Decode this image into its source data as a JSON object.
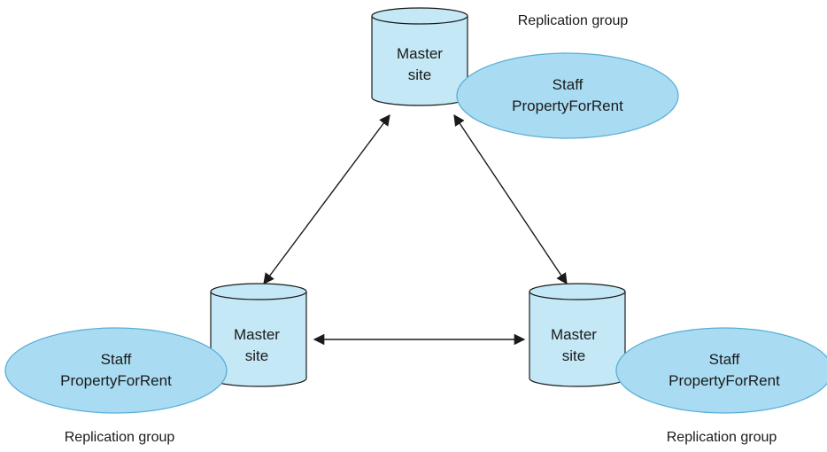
{
  "sites": [
    {
      "label_line1": "Master",
      "label_line2": "site",
      "group": {
        "line1": "Staff",
        "line2": "PropertyForRent",
        "caption": "Replication group"
      }
    },
    {
      "label_line1": "Master",
      "label_line2": "site",
      "group": {
        "line1": "Staff",
        "line2": "PropertyForRent",
        "caption": "Replication group"
      }
    },
    {
      "label_line1": "Master",
      "label_line2": "site",
      "group": {
        "line1": "Staff",
        "line2": "PropertyForRent",
        "caption": "Replication group"
      }
    }
  ],
  "connections": [
    {
      "from": 0,
      "to": 1,
      "bidirectional": true
    },
    {
      "from": 0,
      "to": 2,
      "bidirectional": true
    },
    {
      "from": 1,
      "to": 2,
      "bidirectional": true
    }
  ],
  "colors": {
    "cylinder_fill": "#c4e8f6",
    "ellipse_fill": "#a9dcf2",
    "ellipse_stroke": "#5aaed6",
    "line": "#1a1a1a"
  }
}
